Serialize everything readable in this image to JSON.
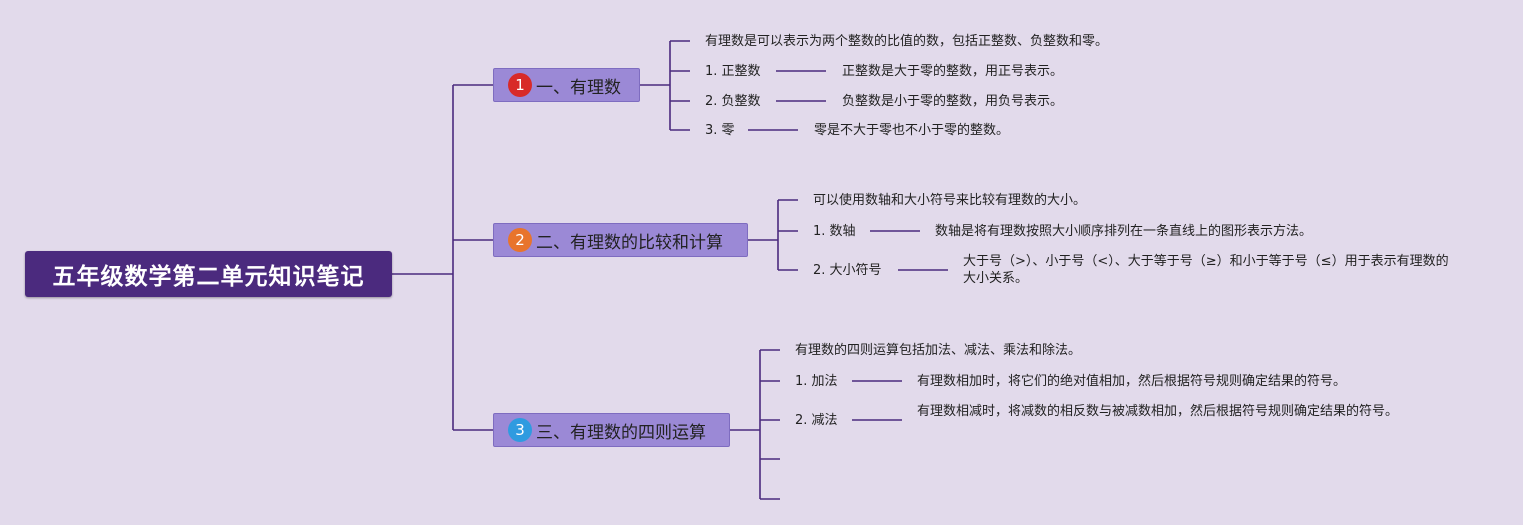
{
  "title": "五年级数学第二单元知识笔记",
  "branches": [
    {
      "number": "1",
      "label": "一、有理数",
      "intro": "有理数是可以表示为两个整数的比值的数，包括正整数、负整数和零。",
      "items": [
        {
          "label": "1. 正整数",
          "desc": "正整数是大于零的整数，用正号表示。"
        },
        {
          "label": "2. 负整数",
          "desc": "负整数是小于零的整数，用负号表示。"
        },
        {
          "label": "3. 零",
          "desc": "零是不大于零也不小于零的整数。"
        }
      ]
    },
    {
      "number": "2",
      "label": "二、有理数的比较和计算",
      "intro": "可以使用数轴和大小符号来比较有理数的大小。",
      "items": [
        {
          "label": "1. 数轴",
          "desc": "数轴是将有理数按照大小顺序排列在一条直线上的图形表示方法。"
        },
        {
          "label": "2. 大小符号",
          "desc": "大于号（>）、小于号（<）、大于等于号（≥）和小于等于号（≤）用于表示有理数的大小关系。"
        }
      ]
    },
    {
      "number": "3",
      "label": "三、有理数的四则运算",
      "intro": "有理数的四则运算包括加法、减法、乘法和除法。",
      "items": [
        {
          "label": "1. 加法",
          "desc": "有理数相加时，将它们的绝对值相加，然后根据符号规则确定结果的符号。"
        },
        {
          "label": "2. 减法",
          "desc": "有理数相减时，将减数的相反数与被减数相加，然后根据符号规则确定结果的符号。"
        }
      ]
    }
  ],
  "colors": {
    "background": "#e2daeb",
    "root": "#4b2a7e",
    "branch": "#9b89d6",
    "connector": "#4b2a7e",
    "badge1": "#d82a28",
    "badge2": "#e8742c",
    "badge3": "#2f9be0"
  }
}
